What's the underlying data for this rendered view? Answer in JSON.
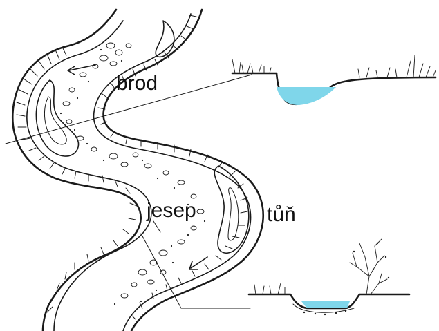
{
  "labels": {
    "ford": "brod",
    "point_bar": "jesep",
    "pool": "tůň"
  },
  "colors": {
    "water": "#7fd6ea",
    "ink": "#1a1a1a",
    "background": "#ffffff"
  }
}
